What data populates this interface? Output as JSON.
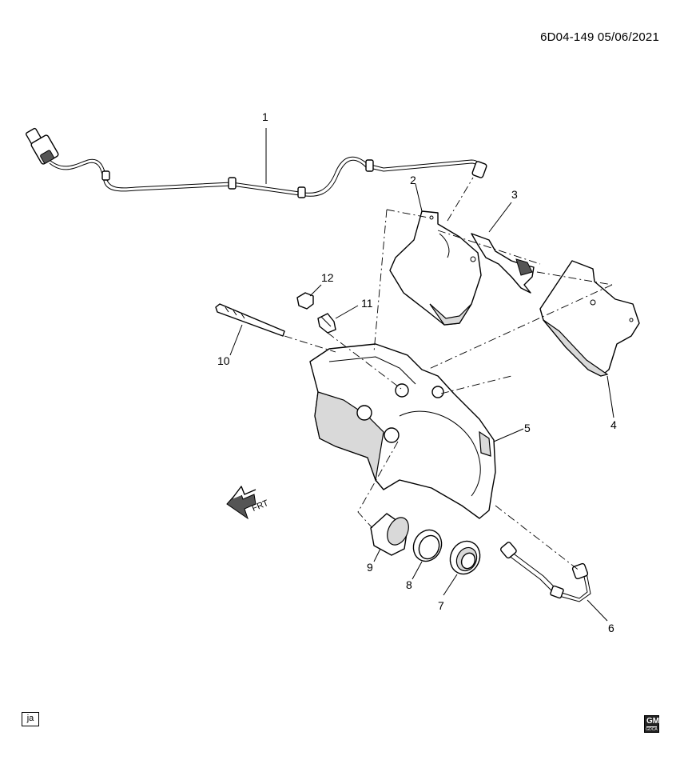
{
  "header": {
    "code": "6D04-149  05/06/2021"
  },
  "callouts": [
    {
      "id": "1",
      "label": "1"
    },
    {
      "id": "2",
      "label": "2"
    },
    {
      "id": "3",
      "label": "3"
    },
    {
      "id": "4",
      "label": "4"
    },
    {
      "id": "5",
      "label": "5"
    },
    {
      "id": "6",
      "label": "6"
    },
    {
      "id": "7",
      "label": "7"
    },
    {
      "id": "8",
      "label": "8"
    },
    {
      "id": "9",
      "label": "9"
    },
    {
      "id": "10",
      "label": "10"
    },
    {
      "id": "11",
      "label": "11"
    },
    {
      "id": "12",
      "label": "12"
    }
  ],
  "direction_marker": {
    "label": "FRT"
  },
  "footer": {
    "author_tag": "ja",
    "logo_text": "GM",
    "logo_subtext": "GDCA"
  }
}
